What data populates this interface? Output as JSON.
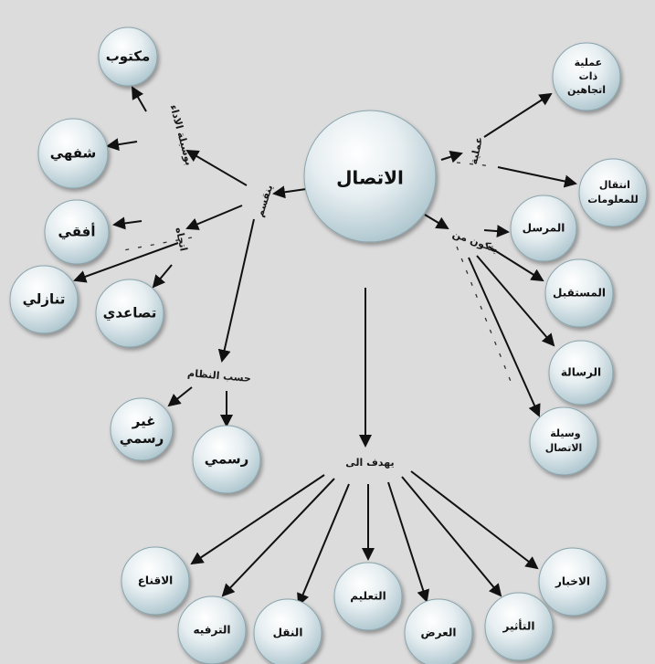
{
  "center": {
    "label": "الاتصال"
  },
  "edge_labels": {
    "divides": "ينقسم",
    "by_method": "بوسيلة الاداء",
    "by_direction": "اتجاه",
    "by_system": "حسب النظام",
    "is": "عملية",
    "consists": "يتكون من",
    "aims": "يهدف الى"
  },
  "nodes": {
    "written": "مكتوب",
    "oral": "شفهي",
    "horizontal": "أفقي",
    "descending": "تنازلي",
    "ascending": "تصاعدي",
    "informal": [
      "غير",
      "رسمي"
    ],
    "formal": "رسمي",
    "two_way": [
      "عملية",
      "ذات",
      "اتجاهين"
    ],
    "info_transfer": [
      "انتقال",
      "للمعلومات"
    ],
    "sender": "المرسل",
    "receiver": "المستقبل",
    "message": "الرسالة",
    "medium": [
      "وسيلة",
      "الاتصال"
    ],
    "persuasion": "الاقناع",
    "entertainment": "الترفيه",
    "transfer": "النقل",
    "education": "التعليم",
    "presentation": "العرض",
    "influence": "التأثير",
    "informing": "الاخبار"
  },
  "colors": {
    "background": "#dcdcdc",
    "bubble_light": "#ffffff",
    "bubble_mid": "#dfeaee",
    "bubble_dark": "#a9c2cb",
    "arrow": "#111111"
  }
}
